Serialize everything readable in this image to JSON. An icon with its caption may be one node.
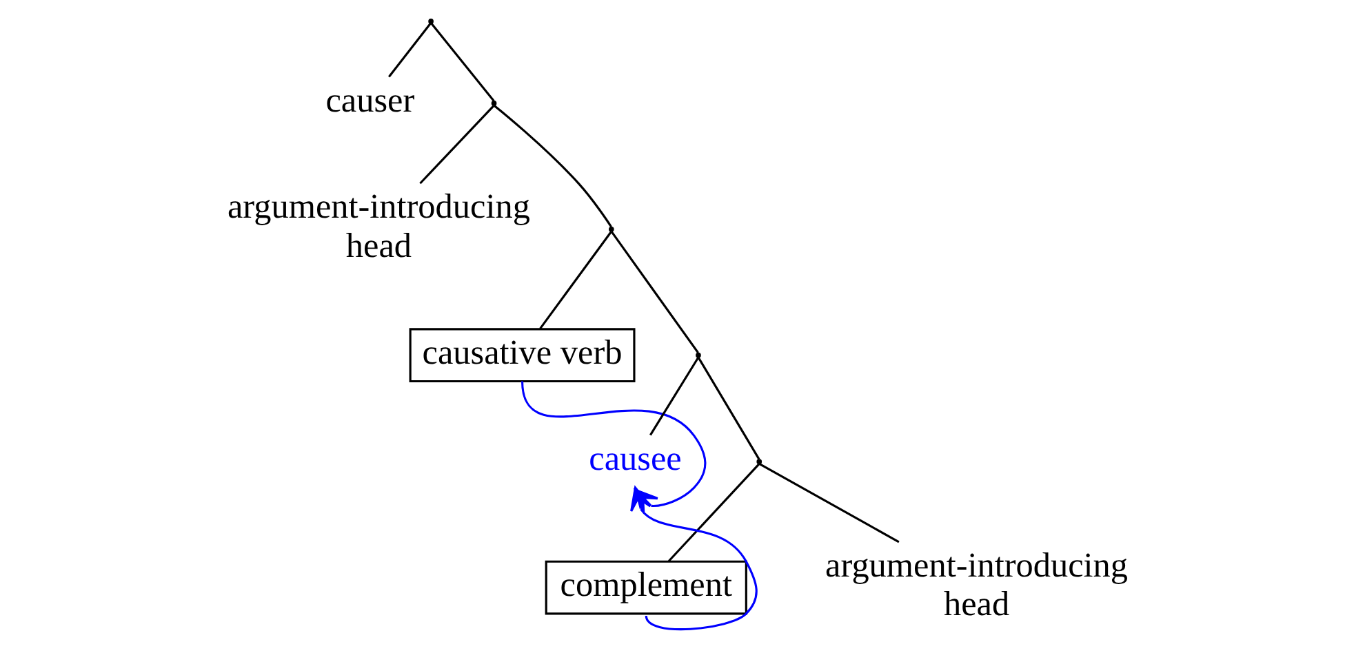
{
  "diagram": {
    "nodes": [
      {
        "text": [],
        "shape": "point"
      },
      {
        "text": [
          "causer"
        ]
      },
      {
        "text": [],
        "shape": "point"
      },
      {
        "text": [
          "argument-introducing head"
        ]
      },
      {
        "text": [],
        "shape": "point"
      },
      {
        "text": [
          "causative verb"
        ]
      },
      {
        "text": [],
        "shape": "point"
      },
      {
        "text": [
          "causee"
        ]
      },
      {
        "text": [],
        "shape": "point"
      },
      {
        "text": [
          "argument-introducing head"
        ]
      },
      {
        "text": [
          "complement"
        ]
      }
    ],
    "edges": [
      {
        "from": 0,
        "to": 1,
        "arrow": "none"
      },
      {
        "from": 0,
        "to": 2,
        "arrow": "none"
      },
      {
        "from": 2,
        "to": 3,
        "arrow": "none"
      },
      {
        "from": 2,
        "to": 4,
        "arrow": "none"
      },
      {
        "from": 4,
        "to": 5,
        "arrow": "none"
      },
      {
        "from": 4,
        "to": 6,
        "arrow": "none"
      },
      {
        "from": 6,
        "to": 7,
        "arrow": "none"
      },
      {
        "from": 6,
        "to": 8,
        "arrow": "none"
      },
      {
        "from": 8,
        "to": 9,
        "arrow": "none"
      },
      {
        "from": 8,
        "to": 10,
        "arrow": "none"
      },
      {
        "from": 5,
        "to": 7,
        "arrow": "to",
        "color": "#0000ff"
      },
      {
        "from": 10,
        "to": 7,
        "arrow": "to",
        "color": "#0000ff"
      }
    ]
  }
}
